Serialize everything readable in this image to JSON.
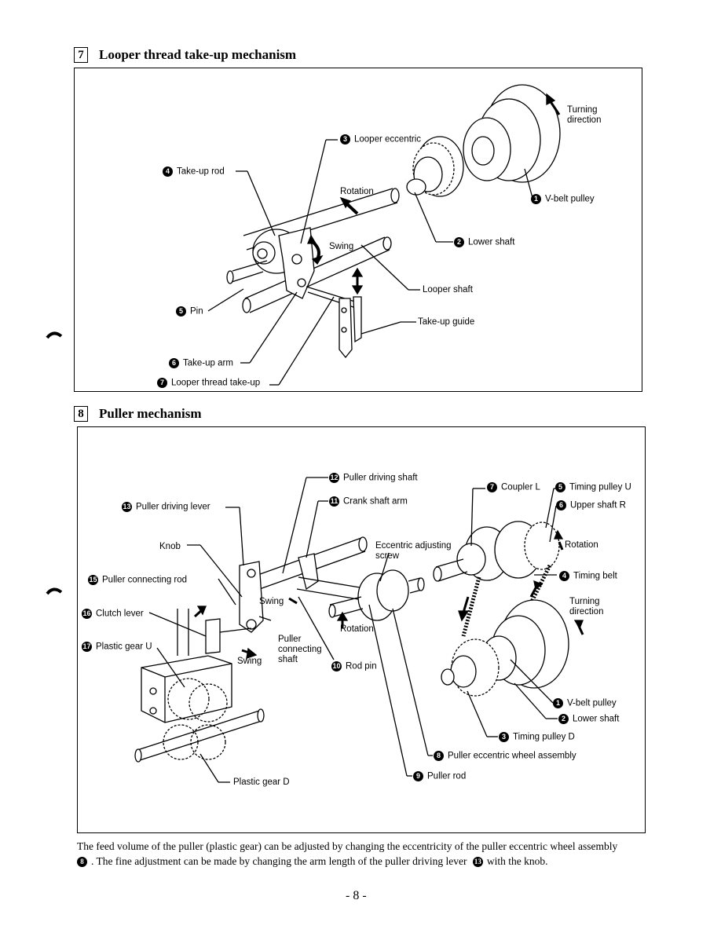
{
  "section7": {
    "number": "7",
    "title": "Looper thread take-up mechanism",
    "labels": {
      "turning_direction": "Turning\ndirection",
      "looper_eccentric_num": "3",
      "looper_eccentric": "Looper eccentric",
      "takeup_rod_num": "4",
      "takeup_rod": "Take-up rod",
      "rotation": "Rotation",
      "vbelt_pulley_num": "1",
      "vbelt_pulley": "V-belt pulley",
      "swing": "Swing",
      "lower_shaft_num": "2",
      "lower_shaft": "Lower shaft",
      "looper_shaft": "Looper shaft",
      "pin_num": "5",
      "pin": "Pin",
      "takeup_guide": "Take-up guide",
      "takeup_arm_num": "6",
      "takeup_arm": "Take-up arm",
      "looper_thread_takeup_num": "7",
      "looper_thread_takeup": "Looper thread take-up"
    }
  },
  "section8": {
    "number": "8",
    "title": "Puller mechanism",
    "labels": {
      "puller_driving_shaft_num": "12",
      "puller_driving_shaft": "Puller driving shaft",
      "coupler_l_num": "7",
      "coupler_l": "Coupler L",
      "timing_pulley_u_num": "5",
      "timing_pulley_u": "Timing pulley U",
      "puller_driving_lever_num": "13",
      "puller_driving_lever": "Puller driving lever",
      "crank_shaft_arm_num": "11",
      "crank_shaft_arm": "Crank shaft arm",
      "upper_shaft_r_num": "6",
      "upper_shaft_r": "Upper shaft R",
      "knob": "Knob",
      "eccentric_adjusting_screw": "Eccentric adjusting\nscrew",
      "rotation_top": "Rotation",
      "puller_connecting_rod_num": "15",
      "puller_connecting_rod": "Puller connecting rod",
      "timing_belt_num": "4",
      "timing_belt": "Timing belt",
      "swing_top": "Swing",
      "clutch_lever_num": "16",
      "clutch_lever": "Clutch lever",
      "turning_direction": "Turning\ndirection",
      "rotation_mid": "Rotation",
      "plastic_gear_u_num": "17",
      "plastic_gear_u": "Plastic gear U",
      "puller_connecting_shaft": "Puller\nconnecting\nshaft",
      "swing_bottom": "Swing",
      "rod_pin_num": "10",
      "rod_pin": "Rod pin",
      "vbelt_pulley_num": "1",
      "vbelt_pulley": "V-belt pulley",
      "lower_shaft_num": "2",
      "lower_shaft": "Lower shaft",
      "timing_pulley_d_num": "3",
      "timing_pulley_d": "Timing pulley D",
      "puller_eccentric_wheel_num": "8",
      "puller_eccentric_wheel": "Puller eccentric wheel assembly",
      "puller_rod_num": "9",
      "puller_rod": "Puller rod",
      "plastic_gear_d": "Plastic gear D"
    }
  },
  "caption": {
    "part1": "The feed volume of the puller (plastic gear) can be adjusted by changing the eccentricity of the puller eccentric wheel assembly",
    "num1": "8",
    "part2": ". The fine adjustment can be made by changing the arm length of the puller driving lever",
    "num2": "13",
    "part3": "with the knob."
  },
  "page_number": "- 8 -"
}
